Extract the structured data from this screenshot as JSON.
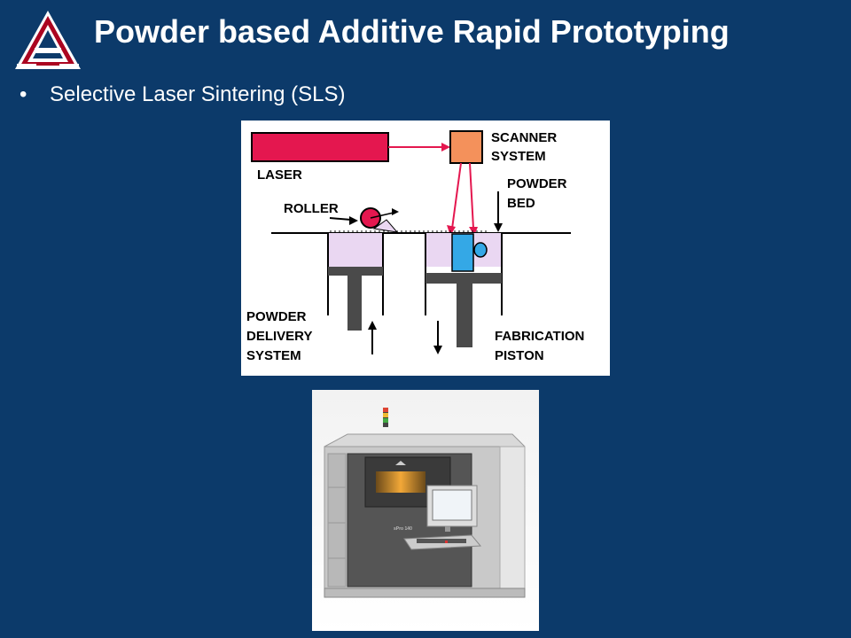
{
  "slide": {
    "title": "Powder based Additive Rapid Prototyping",
    "bullet": "Selective Laser Sintering (SLS)",
    "logo_letter": "A"
  },
  "diagram": {
    "laser_label": "LASER",
    "scanner_label_1": "SCANNER",
    "scanner_label_2": "SYSTEM",
    "powder_bed_label_1": "POWDER",
    "powder_bed_label_2": "BED",
    "roller_label": "ROLLER",
    "delivery_label_1": "POWDER",
    "delivery_label_2": "DELIVERY",
    "delivery_label_3": "SYSTEM",
    "fabrication_label_1": "FABRICATION",
    "fabrication_label_2": "PISTON"
  },
  "photo": {
    "machine_label": "sPro 140"
  },
  "colors": {
    "background": "#0c3a6a",
    "laser": "#e4174f",
    "scanner": "#f4915b",
    "powder": "#ead7f2",
    "part": "#34a8e6",
    "piston": "#4a4a4a"
  }
}
